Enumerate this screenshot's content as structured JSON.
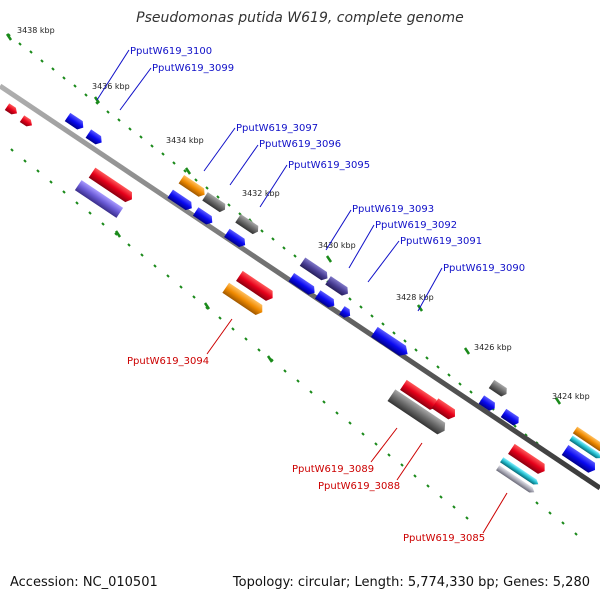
{
  "title": "Pseudomonas putida W619, complete genome",
  "footer": {
    "accession": "Accession: NC_010501",
    "summary": "Topology: circular; Length: 5,774,330 bp; Genes: 5,280"
  },
  "scale_labels": [
    "3438 kbp",
    "3436 kbp",
    "3434 kbp",
    "3432 kbp",
    "3430 kbp",
    "3428 kbp",
    "3426 kbp",
    "3424 kbp"
  ],
  "labels_top": [
    "PputW619_3100",
    "PputW619_3099",
    "PputW619_3097",
    "PputW619_3096",
    "PputW619_3095",
    "PputW619_3093",
    "PputW619_3092",
    "PputW619_3091",
    "PputW619_3090"
  ],
  "labels_bottom": [
    "PputW619_3094",
    "PputW619_3089",
    "PputW619_3088",
    "PputW619_3085"
  ],
  "colors": {
    "forward_label": "#1010c8",
    "reverse_label": "#cc0000",
    "blue": "#0a0af0",
    "red": "#e6001a",
    "orange": "#f08a00",
    "gray": "#6a6a6a",
    "slate": "#4a3f96",
    "purple": "#6a5ad6",
    "cyan": "#20b8c8",
    "backbone": "#7a7a7a",
    "tick": "#1a8a1a"
  }
}
